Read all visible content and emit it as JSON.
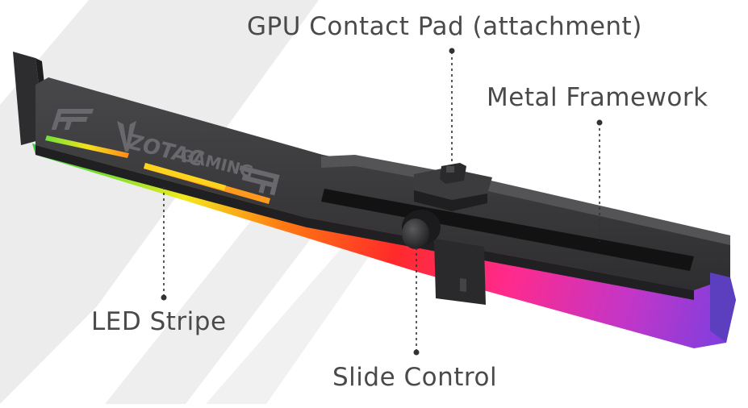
{
  "callouts": {
    "gpu_pad": "GPU Contact Pad (attachment)",
    "framework": "Metal Framework",
    "led": "LED Stripe",
    "slide": "Slide Control"
  },
  "logo": {
    "brand": "ZOTAC",
    "sub": "GAMING"
  },
  "colors": {
    "background": "#ffffff",
    "bg_shape": "#eaeaea",
    "metal_top": "#3b3b3d",
    "metal_side": "#262628",
    "label_text": "#4a4a4a",
    "leader_line": "#333333",
    "led_green": "#35d03a",
    "led_yellow": "#f4e81e",
    "led_orange": "#ff7a12",
    "led_red": "#ff2a2a",
    "led_pink": "#ff2a8c",
    "led_purple": "#7a3fe0"
  }
}
